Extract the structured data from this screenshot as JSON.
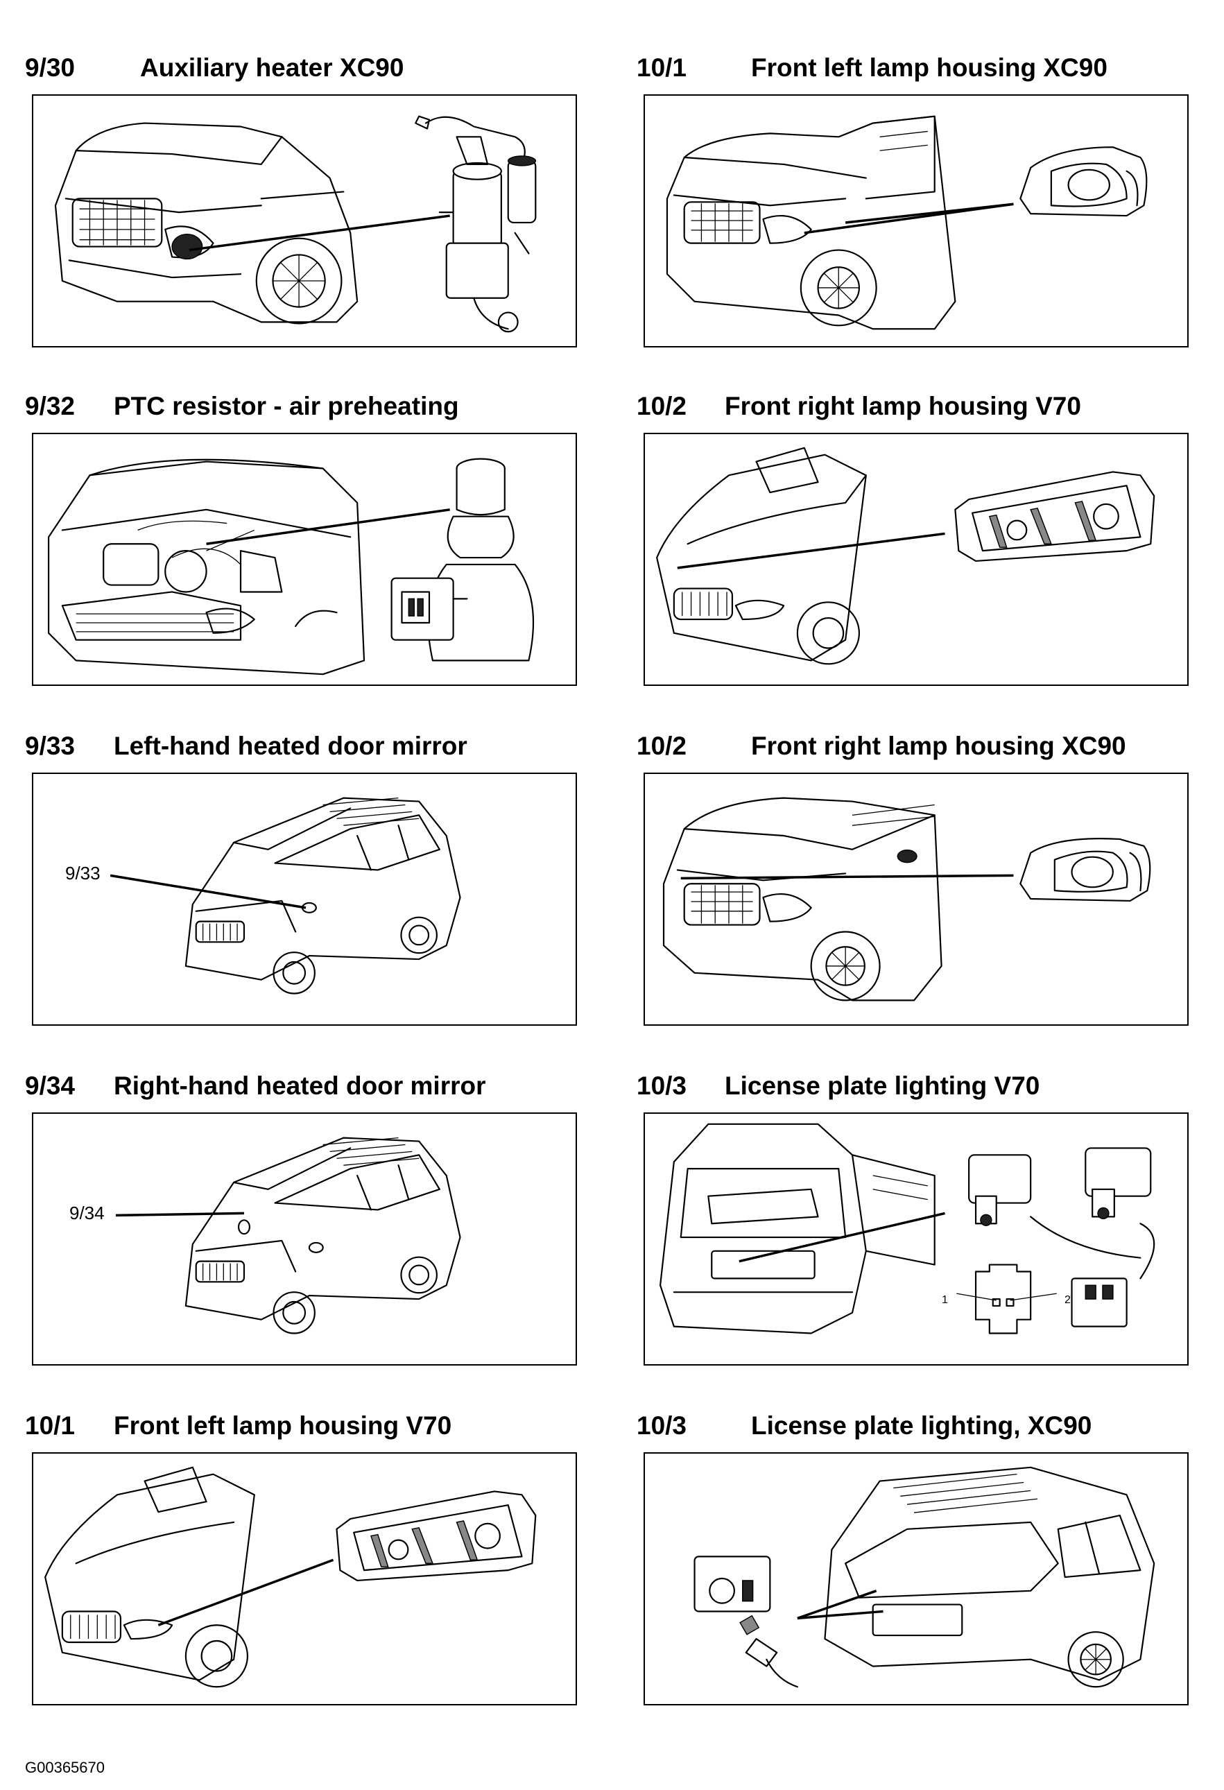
{
  "panels": [
    {
      "code": "9/30",
      "title": "Auxiliary heater XC90"
    },
    {
      "code": "10/1",
      "title": "Front left lamp housing XC90"
    },
    {
      "code": "9/32",
      "title": "PTC resistor - air preheating"
    },
    {
      "code": "10/2",
      "title": "Front right lamp housing V70"
    },
    {
      "code": "9/33",
      "title": "Left-hand heated door mirror",
      "callout": "9/33"
    },
    {
      "code": "10/2",
      "title": "Front right lamp housing XC90"
    },
    {
      "code": "9/34",
      "title": "Right-hand heated door mirror",
      "callout": "9/34"
    },
    {
      "code": "10/3",
      "title": "License plate lighting V70",
      "pin1": "1",
      "pin2": "2"
    },
    {
      "code": "10/1",
      "title": "Front left lamp housing V70"
    },
    {
      "code": "10/3",
      "title": "License plate lighting, XC90"
    }
  ],
  "footer": "G00365670"
}
